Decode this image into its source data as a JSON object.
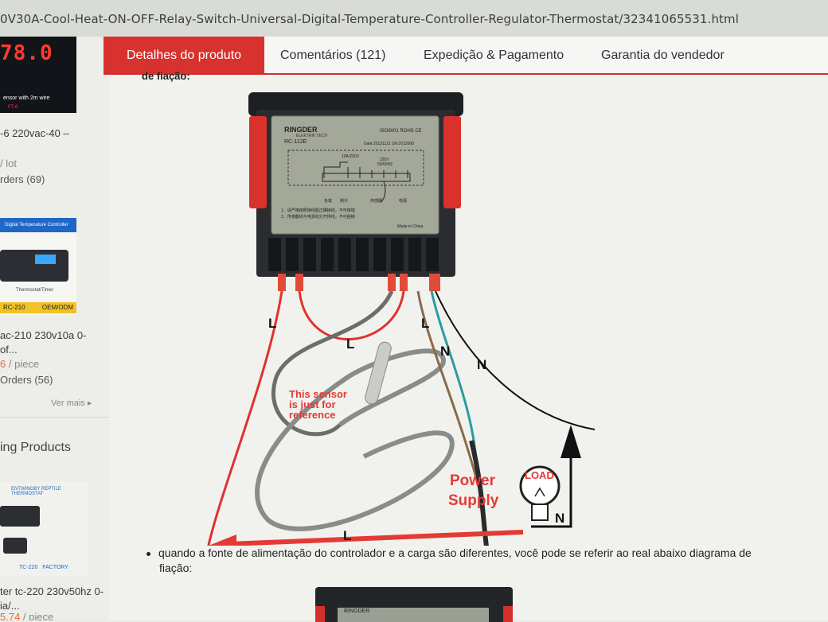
{
  "browser": {
    "url_fragment": "0V30A-Cool-Heat-ON-OFF-Relay-Switch-Universal-Digital-Temperature-Controller-Regulator-Thermostat/32341065531.html"
  },
  "tabs": [
    {
      "label": "Detalhes do produto",
      "active": true
    },
    {
      "label": "Comentários (121)",
      "active": false
    },
    {
      "label": "Expedição & Pagamento",
      "active": false
    },
    {
      "label": "Garantia do vendedor",
      "active": false
    }
  ],
  "sidebar": {
    "thumb1": {
      "display": "78.0",
      "caption": "ensor with 2m wire",
      "tag": "FT-6"
    },
    "item1": {
      "title": "-6 220vac-40 –",
      "price": "/ lot",
      "orders": "rders (69)"
    },
    "thumb2": {
      "header": "Digital Temperature Controller",
      "sub": "Thermostat/Timer",
      "banner": "OEM/ODM",
      "model": "RC-210"
    },
    "item2": {
      "title": "ac-210 230v10a 0-",
      "title2": "of...",
      "price": "6",
      "price_unit": " / piece",
      "orders": "Orders (56)"
    },
    "ver_mais": "Ver mais ▸",
    "section_title": "ing Products",
    "thumb3": {
      "header": "ENTWINGBY REPTILE THERMOSTAT",
      "model": "TC-220",
      "badge": "FACTORY"
    },
    "item3": {
      "title": "ter tc-220 230v50hz 0-",
      "title2": "ia/...",
      "price": "5.74",
      "price_unit": " / piece"
    }
  },
  "content": {
    "fragment_heading": "de fiação:",
    "device": {
      "brand": "RINGDER",
      "brand_sub": "ELEKTRIK TECH",
      "model": "RC-112E",
      "cert": "ISO9001  ROHS  CE",
      "date": "Date:20121121  SN:2012000",
      "relay_rating": "10A/250V",
      "power": "220V",
      "freq": "50/60HZ",
      "made_in": "Made in China",
      "notes": [
        "1、请严格按照接线图正确接线，不可接错",
        "2、传感器线与电源线分开排线，不可捆绑"
      ],
      "bottom_labels": [
        "负载",
        "制冷",
        "传感器",
        "电源"
      ]
    },
    "labels": {
      "l1": "L",
      "l2": "L",
      "l3": "L",
      "n1": "N",
      "n2": "N",
      "n3": "N",
      "l_bottom": "L",
      "sensor_note": [
        "This sensor",
        "is just for",
        "reference"
      ],
      "power_supply": [
        "Power",
        "Supply"
      ],
      "load": "LOAD"
    },
    "bullet_line1": "quando a fonte de alimentação do controlador e a carga são diferentes, você pode se referir ao real abaixo diagrama de",
    "bullet_line2": "fiação:",
    "device2_label": "RINGDER"
  },
  "colors": {
    "tab_active": "#d8322f",
    "annot_red": "#e53935",
    "wire_red": "#e0322d"
  }
}
